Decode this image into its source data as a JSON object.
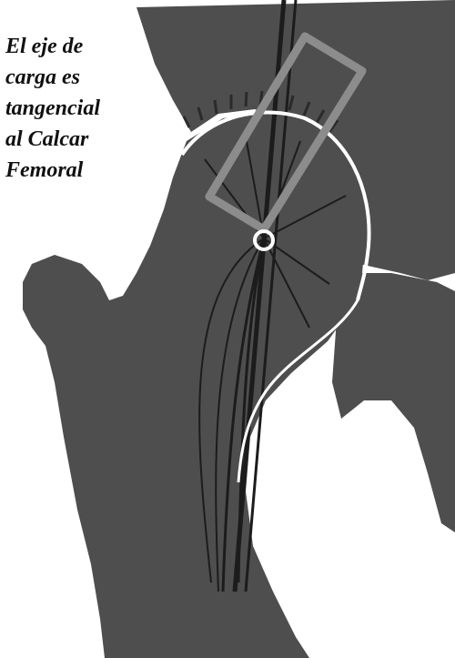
{
  "caption": {
    "lines": [
      "El eje de",
      "carga es",
      "tangencial",
      "al Calcar",
      "Femoral"
    ]
  },
  "colors": {
    "bone": "#4e4e4e",
    "bone_dark": "#3a3a3a",
    "background": "#ffffff",
    "articular_line": "#ffffff",
    "load_frame": "#8c8c8c",
    "trabecular_lines": "#1c1c1c",
    "caption_text": "#111111"
  }
}
